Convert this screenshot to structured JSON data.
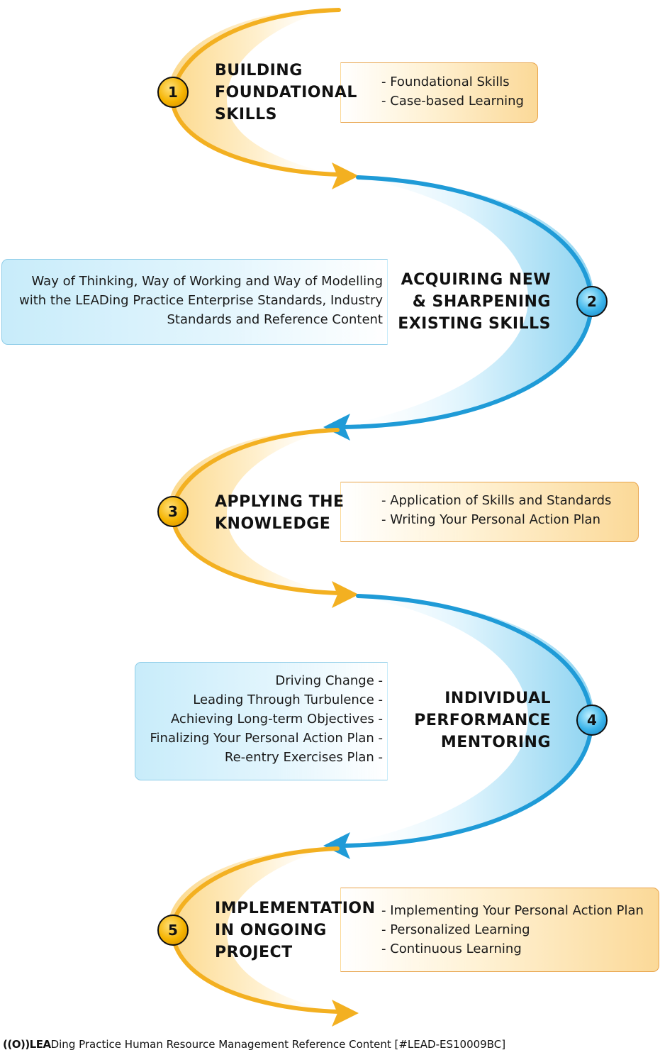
{
  "colors": {
    "orange_arrow": "#f3b021",
    "blue_arrow": "#1f9bd7",
    "orange_fill": "#fde3a6",
    "blue_fill": "#cdeefb",
    "orange_border": "#e8a44c",
    "blue_border": "#8fcde8"
  },
  "stages": [
    {
      "number": "1",
      "title": [
        "BUILDING",
        "FOUNDATIONAL",
        "SKILLS"
      ],
      "items": [
        "- Foundational Skills",
        "- Case-based Learning"
      ],
      "color": "orange"
    },
    {
      "number": "2",
      "title": [
        "ACQUIRING NEW",
        "& SHARPENING",
        "EXISTING SKILLS"
      ],
      "items": [
        "Way of Thinking, Way of Working and Way of Modelling",
        "with the LEADing Practice Enterprise Standards, Industry",
        "Standards and Reference Content"
      ],
      "color": "blue"
    },
    {
      "number": "3",
      "title": [
        "APPLYING THE",
        "KNOWLEDGE"
      ],
      "items": [
        "- Application of Skills and Standards",
        "- Writing Your Personal Action Plan"
      ],
      "color": "orange"
    },
    {
      "number": "4",
      "title": [
        "INDIVIDUAL",
        "PERFORMANCE",
        "MENTORING"
      ],
      "items": [
        "Driving Change -",
        "Leading Through Turbulence -",
        "Achieving Long-term Objectives -",
        "Finalizing Your Personal Action Plan -",
        "Re-entry Exercises Plan -"
      ],
      "color": "blue"
    },
    {
      "number": "5",
      "title": [
        "IMPLEMENTATION",
        "IN ONGOING",
        "PROJECT"
      ],
      "items": [
        "- Implementing Your Personal Action Plan",
        "- Personalized Learning",
        "- Continuous Learning"
      ],
      "color": "orange"
    }
  ],
  "footer": {
    "logo_text": "((O))LEA",
    "text": "Ding Practice Human Resource Management Reference Content [#LEAD-ES10009BC]"
  }
}
